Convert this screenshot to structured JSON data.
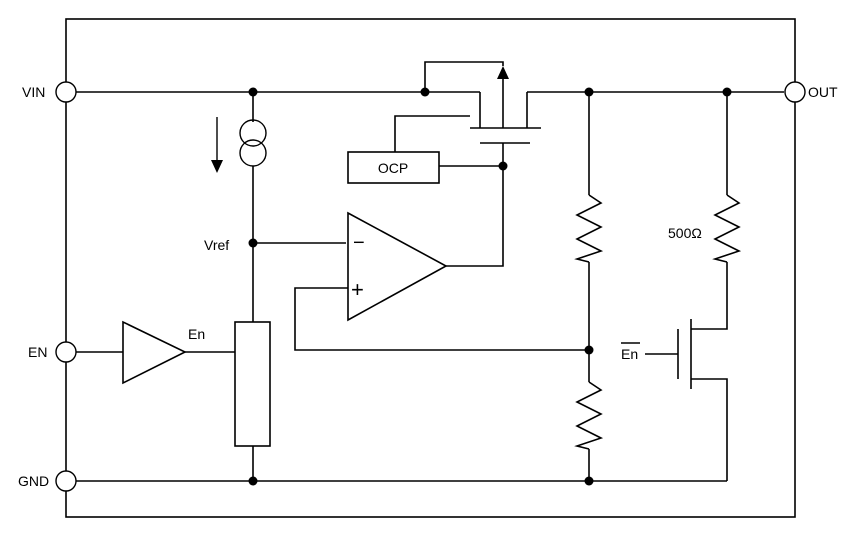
{
  "diagram": {
    "pins": {
      "vin": "VIN",
      "out": "OUT",
      "en": "EN",
      "gnd": "GND"
    },
    "blocks": {
      "ocp": "OCP"
    },
    "labels": {
      "vref": "Vref",
      "en_signal": "En",
      "en_bar": "En",
      "resistor_value": "500Ω"
    },
    "opamp_symbols": {
      "inverting": "−",
      "non_inverting": "+"
    }
  }
}
